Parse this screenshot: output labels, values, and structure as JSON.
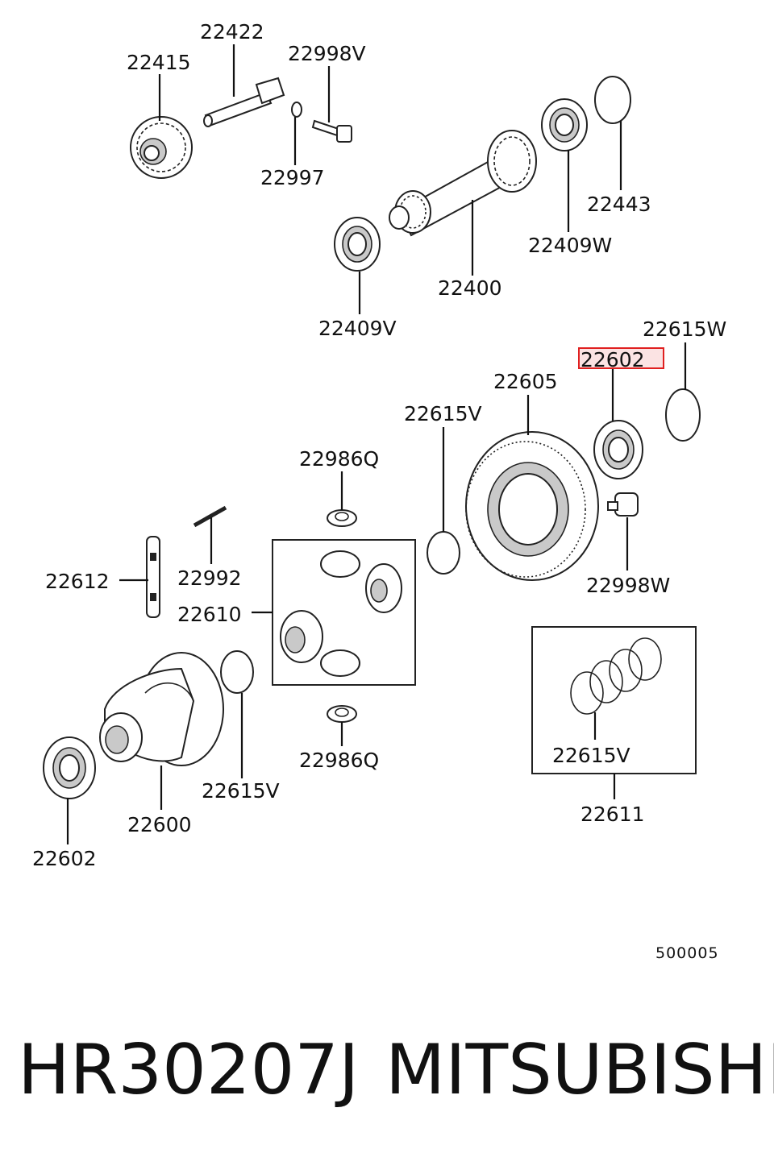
{
  "labels": {
    "l22422": "22422",
    "l22415": "22415",
    "l22998V": "22998V",
    "l22997": "22997",
    "l22443": "22443",
    "l22409W": "22409W",
    "l22400": "22400",
    "l22409V": "22409V",
    "l22615W": "22615W",
    "l22602_hl": "22602",
    "l22605": "22605",
    "l22615V_a": "22615V",
    "l22986Q_a": "22986Q",
    "l22612": "22612",
    "l22992": "22992",
    "l22610": "22610",
    "l22998W": "22998W",
    "l22615V_b": "22615V",
    "l22986Q_b": "22986Q",
    "l22615V_c": "22615V",
    "l22600": "22600",
    "l22611": "22611",
    "l22602": "22602",
    "code": "500005"
  },
  "highlight_color": "#e02020",
  "footer": {
    "part_number": "HR30207J",
    "brand": "MITSUBISHI"
  }
}
